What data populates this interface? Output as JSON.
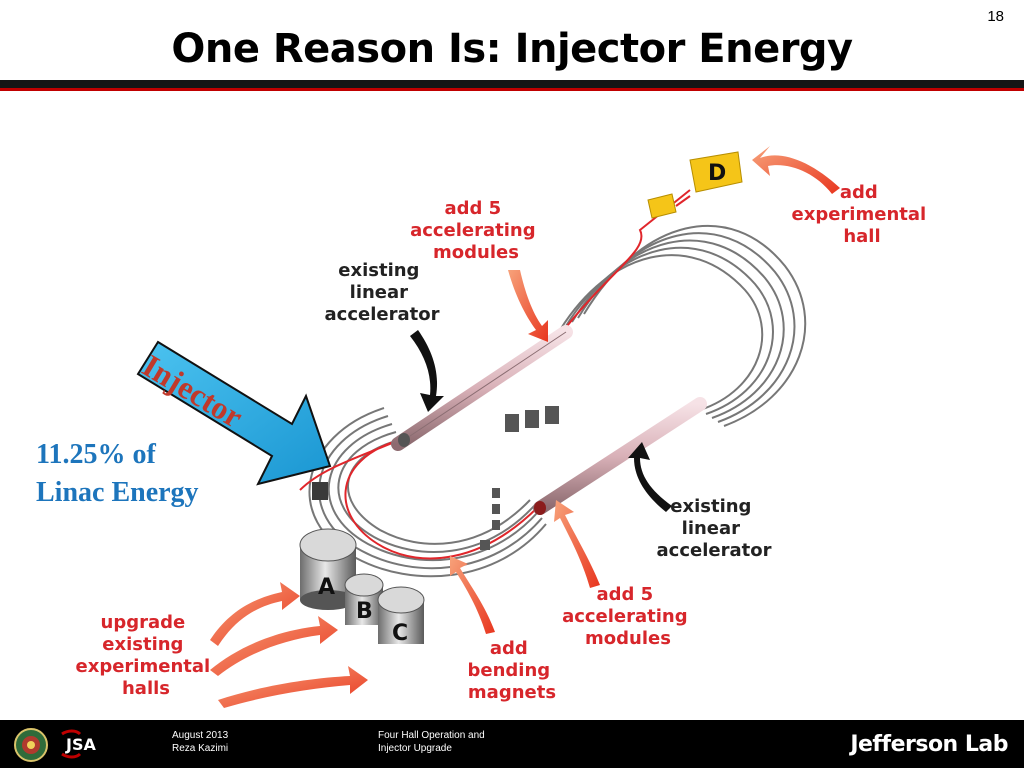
{
  "slide": {
    "number": "18",
    "title": "One Reason Is: Injector Energy"
  },
  "diagram": {
    "injector_label": "Injector",
    "energy_line1": "11.25% of",
    "energy_line2": "Linac Energy",
    "hall_d_letter": "D",
    "hall_letters": [
      "A",
      "B",
      "C"
    ],
    "add_hall": [
      "add",
      "experimental",
      "hall"
    ],
    "add_modules_top": [
      "add 5",
      "accelerating",
      "modules"
    ],
    "existing_linac_top": [
      "existing",
      "linear",
      "accelerator"
    ],
    "existing_linac_bottom": [
      "existing",
      "linear",
      "accelerator"
    ],
    "add_modules_bottom": [
      "add 5",
      "accelerating",
      "modules"
    ],
    "add_magnets": [
      "add",
      "bending",
      "magnets"
    ],
    "upgrade_halls": [
      "upgrade",
      "existing",
      "experimental",
      "halls"
    ]
  },
  "footer": {
    "date": "August 2013",
    "author": "Reza Kazimi",
    "talk_line1": "Four Hall Operation and",
    "talk_line2": "Injector Upgrade",
    "lab_name": "Jefferson Lab",
    "jsa_text": "JSA"
  },
  "colors": {
    "title_bar": "#151515",
    "accent_red": "#c00000",
    "label_red": "#d7262b",
    "injector_blue": "#29abe2",
    "injector_text": "#c0392b",
    "energy_text": "#1d75bc",
    "hall_yellow": "#f5c518"
  }
}
